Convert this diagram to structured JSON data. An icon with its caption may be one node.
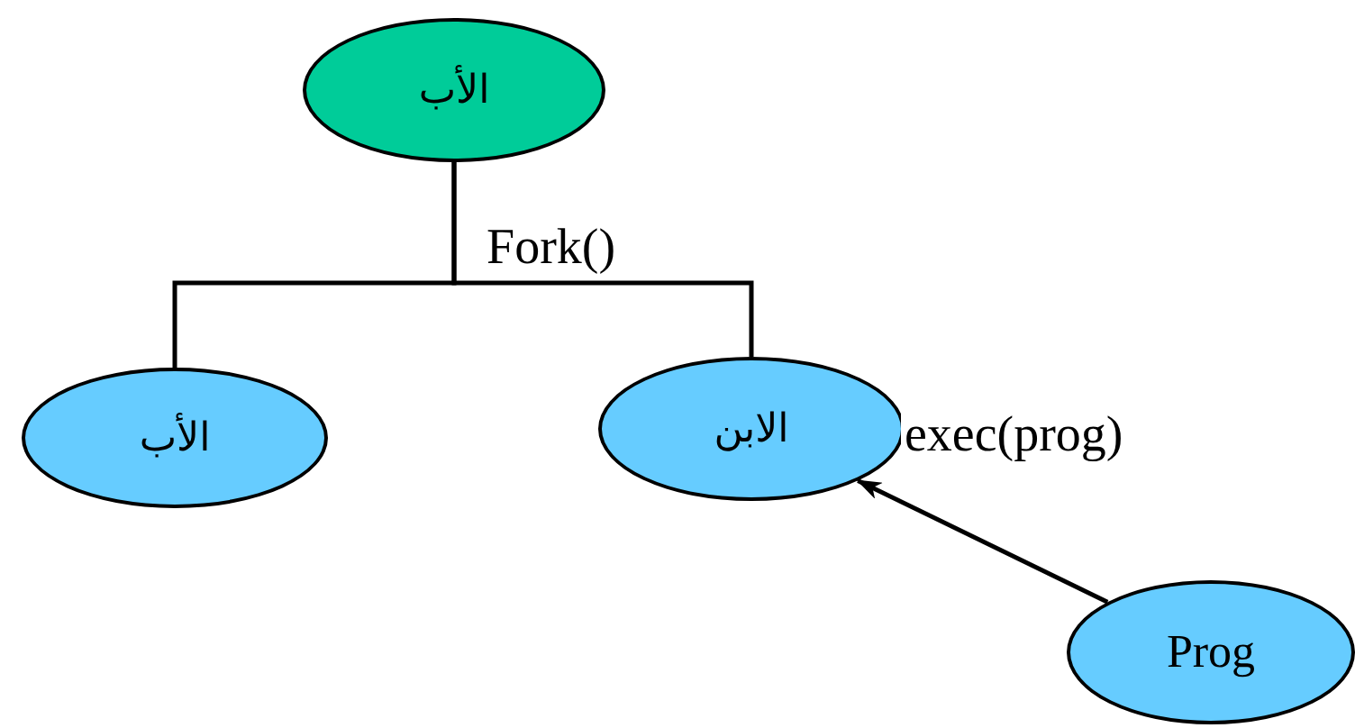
{
  "diagram": {
    "nodes": [
      {
        "text": [
          "الأب"
        ]
      },
      {
        "text": [
          "الأب"
        ]
      },
      {
        "text": [
          "الابن"
        ]
      },
      {
        "text": [
          "Prog"
        ]
      }
    ],
    "edges": [
      {
        "from": 0,
        "to": 1,
        "arrow": "none"
      },
      {
        "from": 0,
        "to": 2,
        "arrow": "none",
        "label": "Fork()"
      },
      {
        "from": 3,
        "to": 2,
        "arrow": "to",
        "label": "exec(prog)"
      }
    ]
  }
}
